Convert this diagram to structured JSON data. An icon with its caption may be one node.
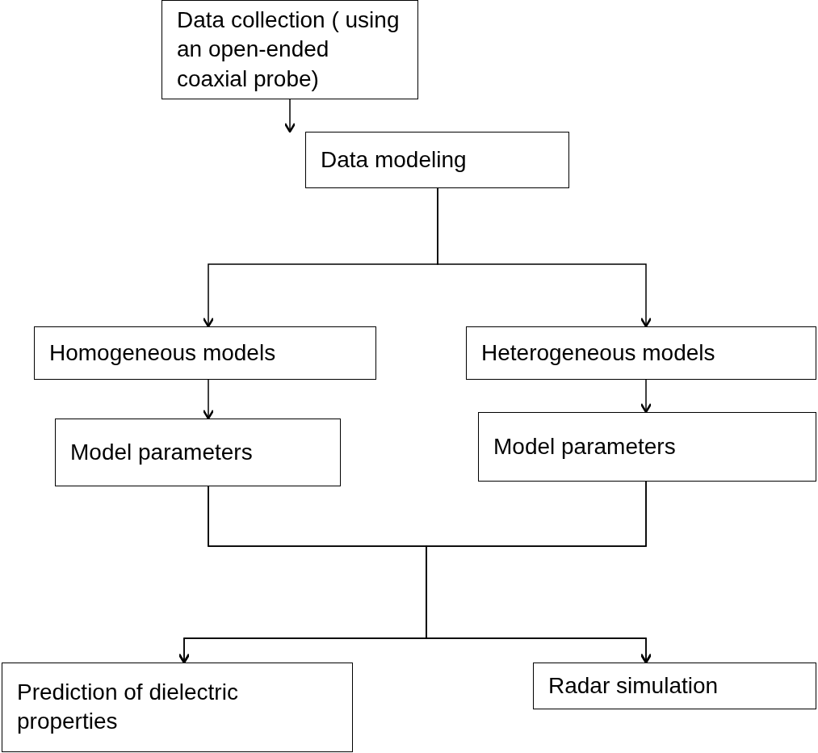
{
  "diagram": {
    "nodes": [
      {
        "text": [
          "Data collection ( using an open-ended coaxial probe)"
        ]
      },
      {
        "text": [
          "Data modeling"
        ]
      },
      {
        "text": [
          "Homogeneous models"
        ]
      },
      {
        "text": [
          "Heterogeneous models"
        ]
      },
      {
        "text": [
          "Model parameters"
        ]
      },
      {
        "text": [
          "Model parameters"
        ]
      },
      {
        "text": [
          "Prediction of dielectric properties"
        ]
      },
      {
        "text": [
          "Radar simulation"
        ]
      }
    ],
    "edges": [
      {
        "from": 0,
        "to": 1,
        "arrow": "to"
      },
      {
        "from": 1,
        "to": 2,
        "arrow": "to"
      },
      {
        "from": 1,
        "to": 3,
        "arrow": "to"
      },
      {
        "from": 2,
        "to": 4,
        "arrow": "to"
      },
      {
        "from": 3,
        "to": 5,
        "arrow": "to"
      },
      {
        "from": 4,
        "to": 6,
        "arrow": "to"
      },
      {
        "from": 4,
        "to": 7,
        "arrow": "to"
      },
      {
        "from": 5,
        "to": 6,
        "arrow": "to"
      },
      {
        "from": 5,
        "to": 7,
        "arrow": "to"
      }
    ]
  }
}
